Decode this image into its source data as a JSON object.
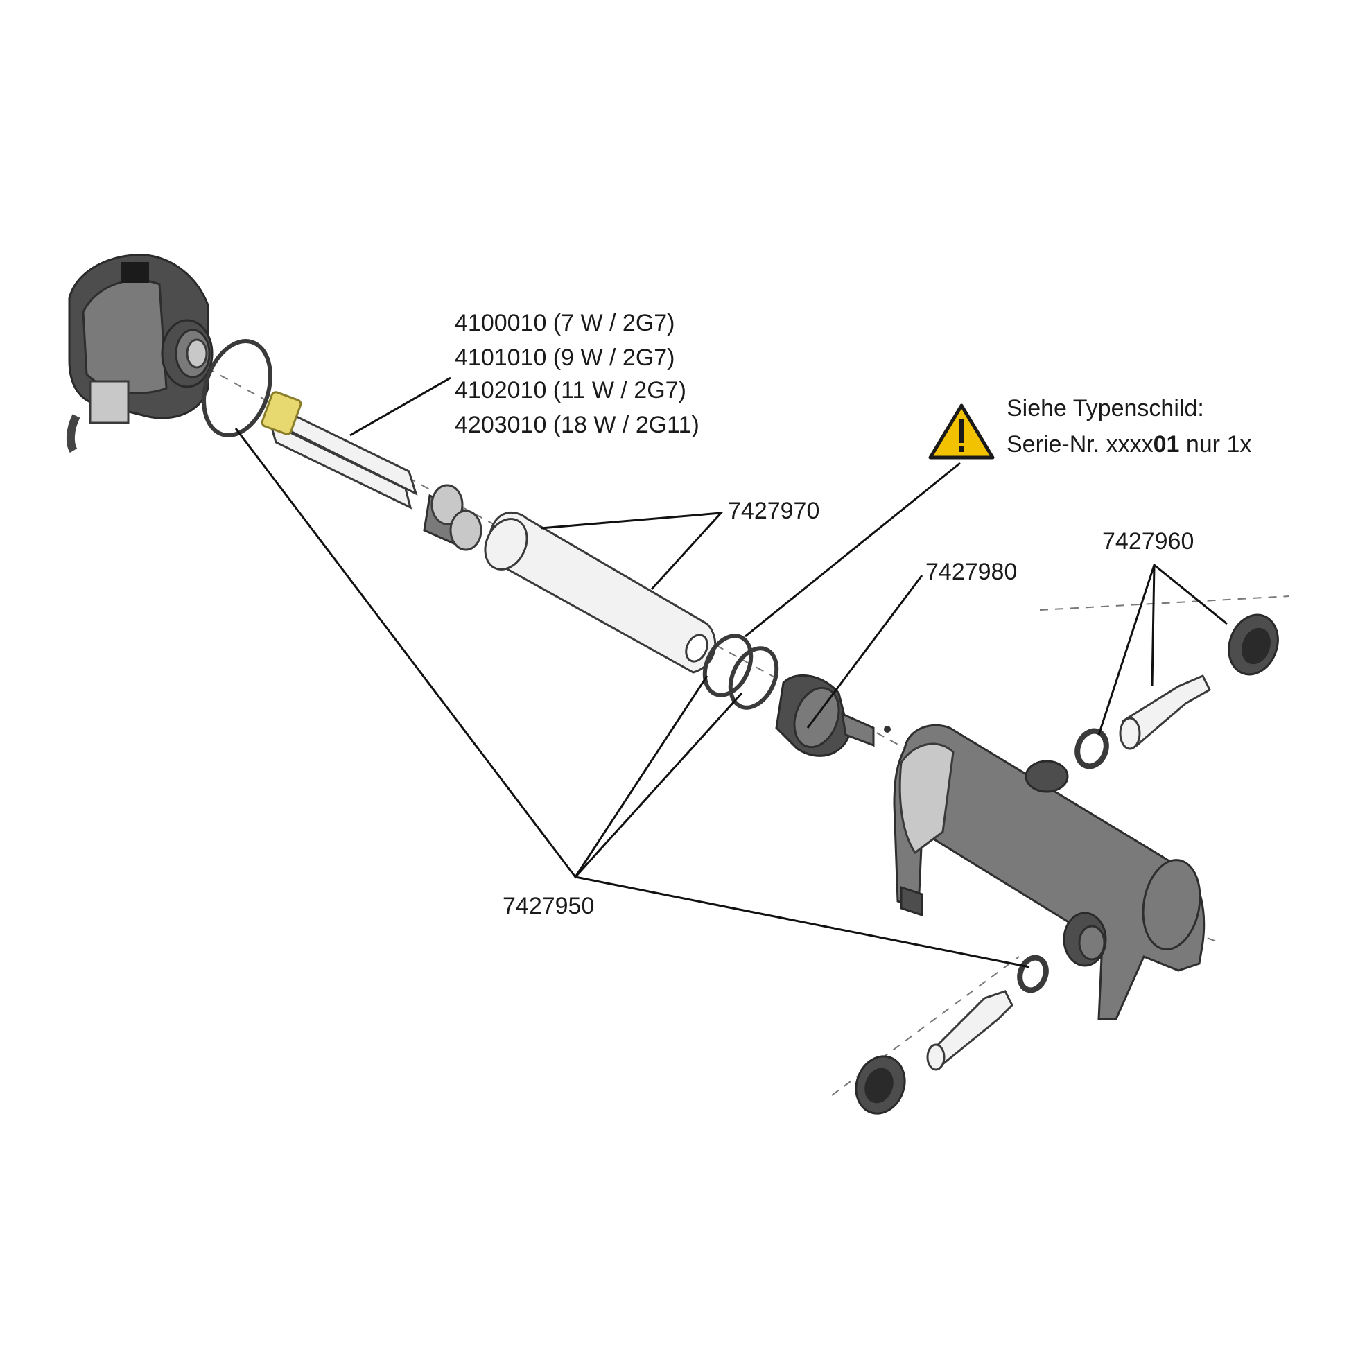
{
  "lamp_labels": [
    "4100010 (7 W / 2G7)",
    "4101010 (9 W / 2G7)",
    "4102010 (11 W / 2G7)",
    "4203010 (18 W / 2G11)"
  ],
  "warning": {
    "line1": "Siehe Typenschild:",
    "line2_prefix": "Serie-Nr. xxxx",
    "line2_bold": "01",
    "line2_suffix": " nur 1x",
    "icon": "warning-triangle-icon",
    "icon_fill": "#f2c200"
  },
  "part_labels": {
    "quartz_tube": "7427970",
    "seal_set": "7427950",
    "bayonet_ring": "7427980",
    "hose_connector_set": "7427960"
  },
  "colors": {
    "lamp_socket": "#e8d870",
    "housing": "#7a7a7a"
  }
}
